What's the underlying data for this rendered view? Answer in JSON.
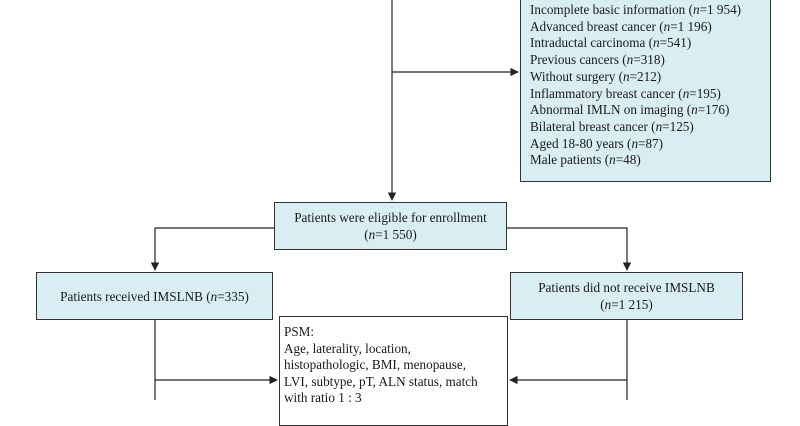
{
  "exclusions": {
    "items": [
      {
        "label": "Incomplete basic information (",
        "n": "n",
        "value": "=1 954)"
      },
      {
        "label": "Advanced breast cancer (",
        "n": "n",
        "value": "=1 196)"
      },
      {
        "label": "Intraductal carcinoma (",
        "n": "n",
        "value": "=541)"
      },
      {
        "label": "Previous cancers (",
        "n": "n",
        "value": "=318)"
      },
      {
        "label": "Without surgery (",
        "n": "n",
        "value": "=212)"
      },
      {
        "label": "Inflammatory breast cancer (",
        "n": "n",
        "value": "=195)"
      },
      {
        "label": "Abnormal IMLN on imaging (",
        "n": "n",
        "value": "=176)"
      },
      {
        "label": "Bilateral breast cancer (",
        "n": "n",
        "value": "=125)"
      },
      {
        "label": "Aged 18-80 years  (",
        "n": "n",
        "value": "=87)"
      },
      {
        "label": "Male patients  (",
        "n": "n",
        "value": "=48)"
      }
    ]
  },
  "eligible": {
    "line1": "Patients were eligible for enrollment",
    "open": "(",
    "n": "n",
    "value": "=1 550)"
  },
  "received": {
    "label": "Patients received IMSLNB (",
    "n": "n",
    "value": "=335)"
  },
  "not_received": {
    "line1": "Patients did not receive IMSLNB",
    "open": "(",
    "n": "n",
    "value": "=1 215)"
  },
  "psm": {
    "lines": [
      "PSM:",
      "Age, laterality, location,",
      "histopathologic, BMI, menopause,",
      "LVI, subtype, pT, ALN status, match",
      "with ratio 1 : 3"
    ]
  }
}
